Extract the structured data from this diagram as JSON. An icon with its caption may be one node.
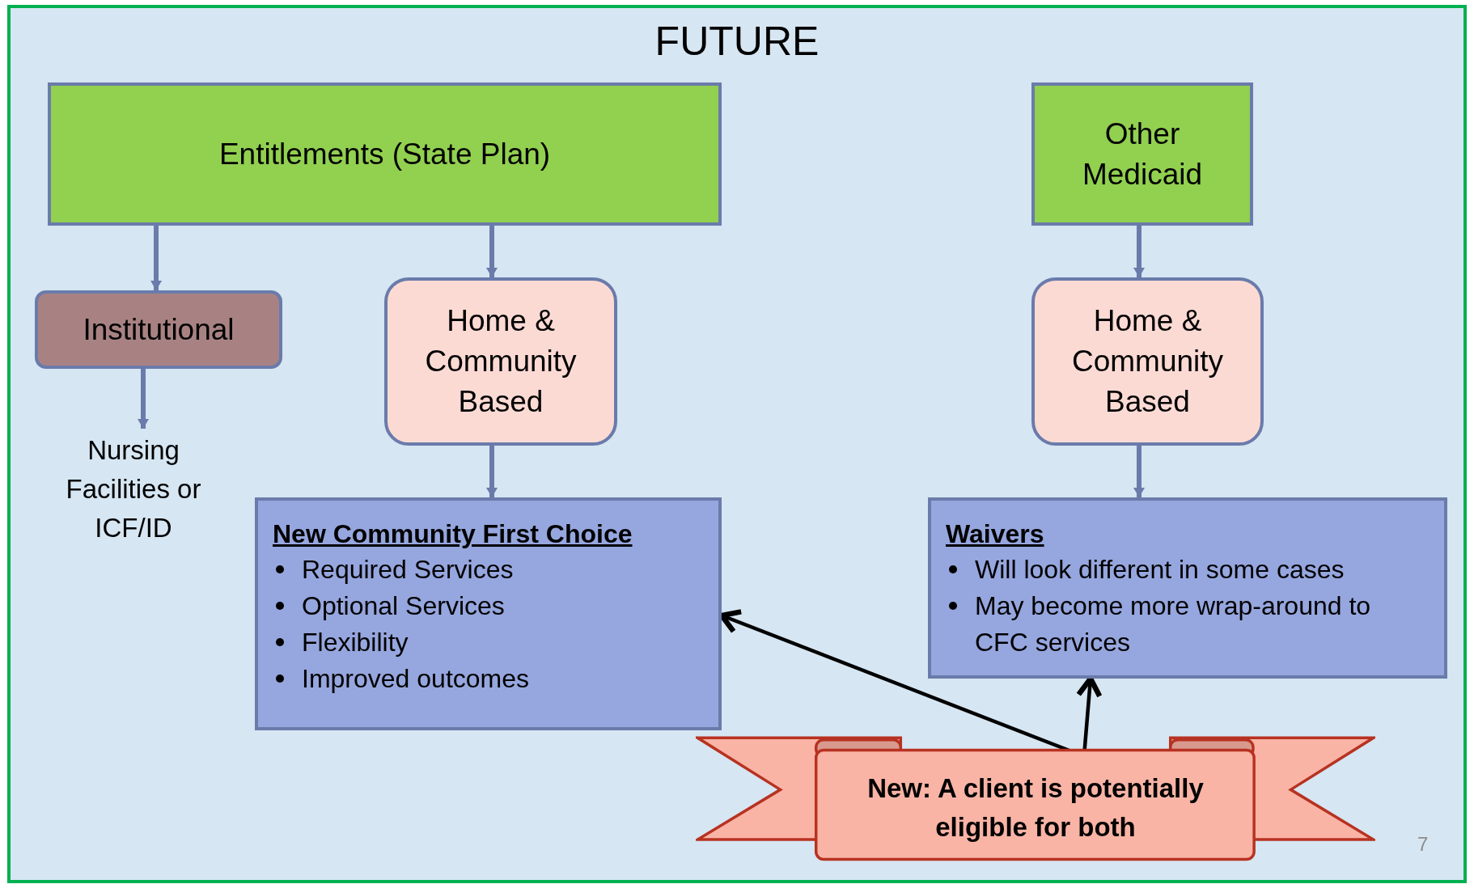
{
  "diagram": {
    "title": "FUTURE",
    "nodes": [
      {
        "text": [
          "Entitlements  (State Plan)"
        ]
      },
      {
        "text": [
          "Other Medicaid"
        ]
      },
      {
        "text": [
          "Institutional"
        ]
      },
      {
        "text": [
          "Home & Community Based"
        ]
      },
      {
        "text": [
          "Home & Community Based"
        ]
      },
      {
        "text": [
          "Nursing Facilities or ICF/ID"
        ]
      },
      {
        "text": [
          "New Community First Choice",
          "Required Services",
          "Optional Services",
          "Flexibility",
          "Improved outcomes"
        ]
      },
      {
        "text": [
          "Waivers",
          "Will look different in some cases",
          "May become more wrap-around to CFC services"
        ]
      },
      {
        "text": [
          "New: A client is potentially eligible for both"
        ]
      }
    ],
    "edges": [
      {
        "from": 0,
        "to": 2,
        "arrow": "to"
      },
      {
        "from": 0,
        "to": 3,
        "arrow": "to"
      },
      {
        "from": 1,
        "to": 4,
        "arrow": "to"
      },
      {
        "from": 2,
        "to": 5,
        "arrow": "to"
      },
      {
        "from": 3,
        "to": 6,
        "arrow": "to"
      },
      {
        "from": 4,
        "to": 7,
        "arrow": "to"
      },
      {
        "from": 8,
        "to": 6,
        "arrow": "to",
        "color": "#000000"
      },
      {
        "from": 8,
        "to": 7,
        "arrow": "to",
        "color": "#000000"
      }
    ],
    "labels": [
      "7"
    ]
  }
}
